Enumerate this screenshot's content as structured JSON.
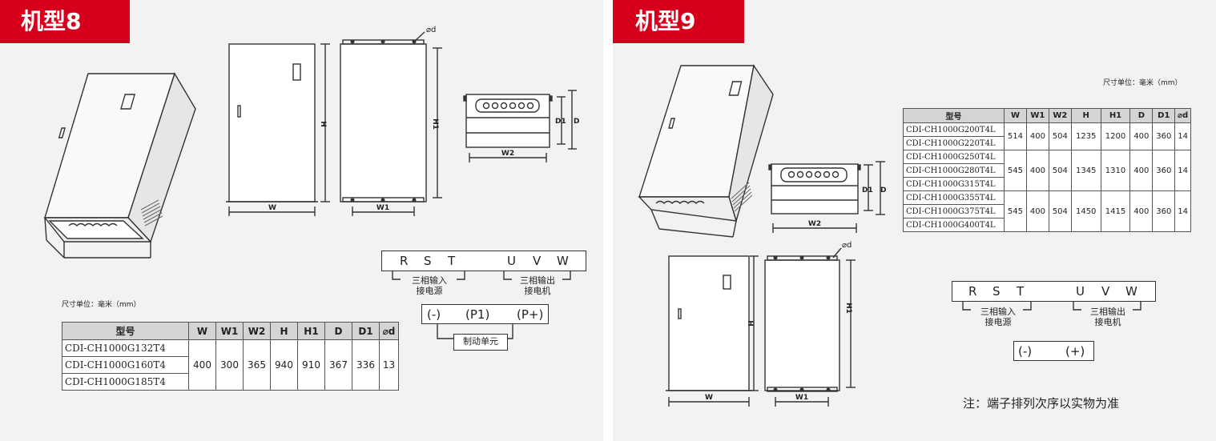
{
  "panels": [
    {
      "title": "机型8",
      "dims": {
        "phi_d": "⌀d",
        "W": "W",
        "W1": "W1",
        "W2": "W2",
        "H": "H",
        "H1": "H1",
        "D1": "D1",
        "D": "D"
      },
      "unit_note": "尺寸单位：毫米（mm）",
      "table": {
        "headers": [
          "型号",
          "W",
          "W1",
          "W2",
          "H",
          "H1",
          "D",
          "D1",
          "⌀d"
        ],
        "groups": [
          {
            "models": [
              "CDI-CH1000G132T4",
              "CDI-CH1000G160T4",
              "CDI-CH1000G185T4"
            ],
            "values": [
              "400",
              "300",
              "365",
              "940",
              "910",
              "367",
              "336",
              "13"
            ]
          }
        ]
      },
      "terminals": {
        "input": [
          "R",
          "S",
          "T"
        ],
        "output": [
          "U",
          "V",
          "W"
        ],
        "input_label_1": "三相输入",
        "input_label_2": "接电源",
        "output_label_1": "三相输出",
        "output_label_2": "接电机",
        "dc": [
          "(-)",
          "(P1)",
          "(P+)"
        ],
        "brake_label": "制动单元"
      }
    },
    {
      "title": "机型9",
      "dims": {
        "phi_d": "⌀d",
        "W": "W",
        "W1": "W1",
        "W2": "W2",
        "H": "H",
        "H1": "H1",
        "D1": "D1",
        "D": "D"
      },
      "unit_note": "尺寸单位：毫米（mm）",
      "table": {
        "headers": [
          "型号",
          "W",
          "W1",
          "W2",
          "H",
          "H1",
          "D",
          "D1",
          "⌀d"
        ],
        "groups": [
          {
            "models": [
              "CDI-CH1000G200T4L",
              "CDI-CH1000G220T4L"
            ],
            "values": [
              "514",
              "400",
              "504",
              "1235",
              "1200",
              "400",
              "360",
              "14"
            ]
          },
          {
            "models": [
              "CDI-CH1000G250T4L",
              "CDI-CH1000G280T4L",
              "CDI-CH1000G315T4L"
            ],
            "values": [
              "545",
              "400",
              "504",
              "1345",
              "1310",
              "400",
              "360",
              "14"
            ]
          },
          {
            "models": [
              "CDI-CH1000G355T4L",
              "CDI-CH1000G375T4L",
              "CDI-CH1000G400T4L"
            ],
            "values": [
              "545",
              "400",
              "504",
              "1450",
              "1415",
              "400",
              "360",
              "14"
            ]
          }
        ]
      },
      "terminals": {
        "input": [
          "R",
          "S",
          "T"
        ],
        "output": [
          "U",
          "V",
          "W"
        ],
        "input_label_1": "三相输入",
        "input_label_2": "接电源",
        "output_label_1": "三相输出",
        "output_label_2": "接电机",
        "dc": [
          "(-)",
          "(+)"
        ]
      },
      "note": "注：端子排列次序以实物为准"
    }
  ]
}
